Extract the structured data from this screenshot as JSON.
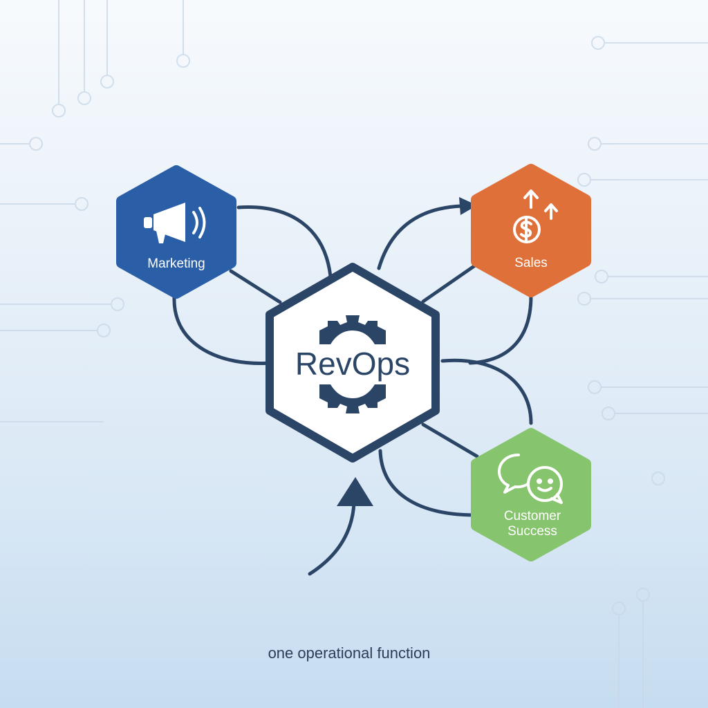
{
  "hub": {
    "label": "RevOps",
    "icon": "gear-icon"
  },
  "nodes": {
    "marketing": {
      "label": "Marketing",
      "icon": "megaphone-icon",
      "color": "#2a5ea6"
    },
    "sales": {
      "label": "Sales",
      "icon": "dollar-growth-icon",
      "color": "#e0703a"
    },
    "customer_success": {
      "label_line1": "Customer",
      "label_line2": "Success",
      "icon": "chat-bubbles-icon",
      "color": "#86c46d"
    }
  },
  "caption": "one operational function",
  "colors": {
    "connector": "#2b4566",
    "hub_fill": "#ffffff",
    "hub_border": "#2b4566"
  }
}
